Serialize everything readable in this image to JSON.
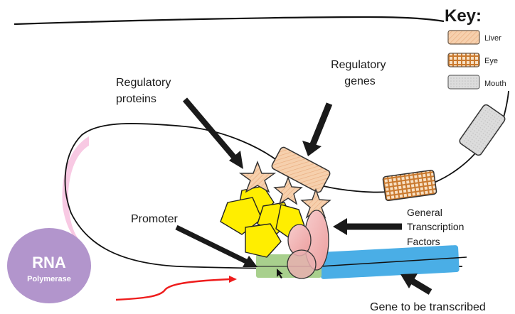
{
  "key": {
    "title": "Key:",
    "items": [
      {
        "label": "Liver",
        "pattern": "diagonal-stripes",
        "color": "#f4c9a3"
      },
      {
        "label": "Eye",
        "pattern": "checkered",
        "color": "#d9893a"
      },
      {
        "label": "Mouth",
        "pattern": "dotted-gray",
        "color": "#d8d8d8"
      }
    ]
  },
  "labels": {
    "regulatory_proteins": [
      "Regulatory",
      "proteins"
    ],
    "regulatory_genes": [
      "Regulatory",
      "genes"
    ],
    "promoter": "Promoter",
    "general_tf": [
      "General",
      "Transcription",
      "Factors"
    ],
    "gene": "Gene to be transcribed",
    "rna_pol_main": "RNA",
    "rna_pol_sub": "Polymerase"
  },
  "colors": {
    "rna_polymerase": "#b295cc",
    "promoter": "#a8d08d",
    "gene": "#4aaee6",
    "regulatory_protein": "#ffee00",
    "general_tf": "#f2b6b6",
    "pink_arc": "#f7c0de",
    "red_arrow": "#ee1c1c"
  }
}
